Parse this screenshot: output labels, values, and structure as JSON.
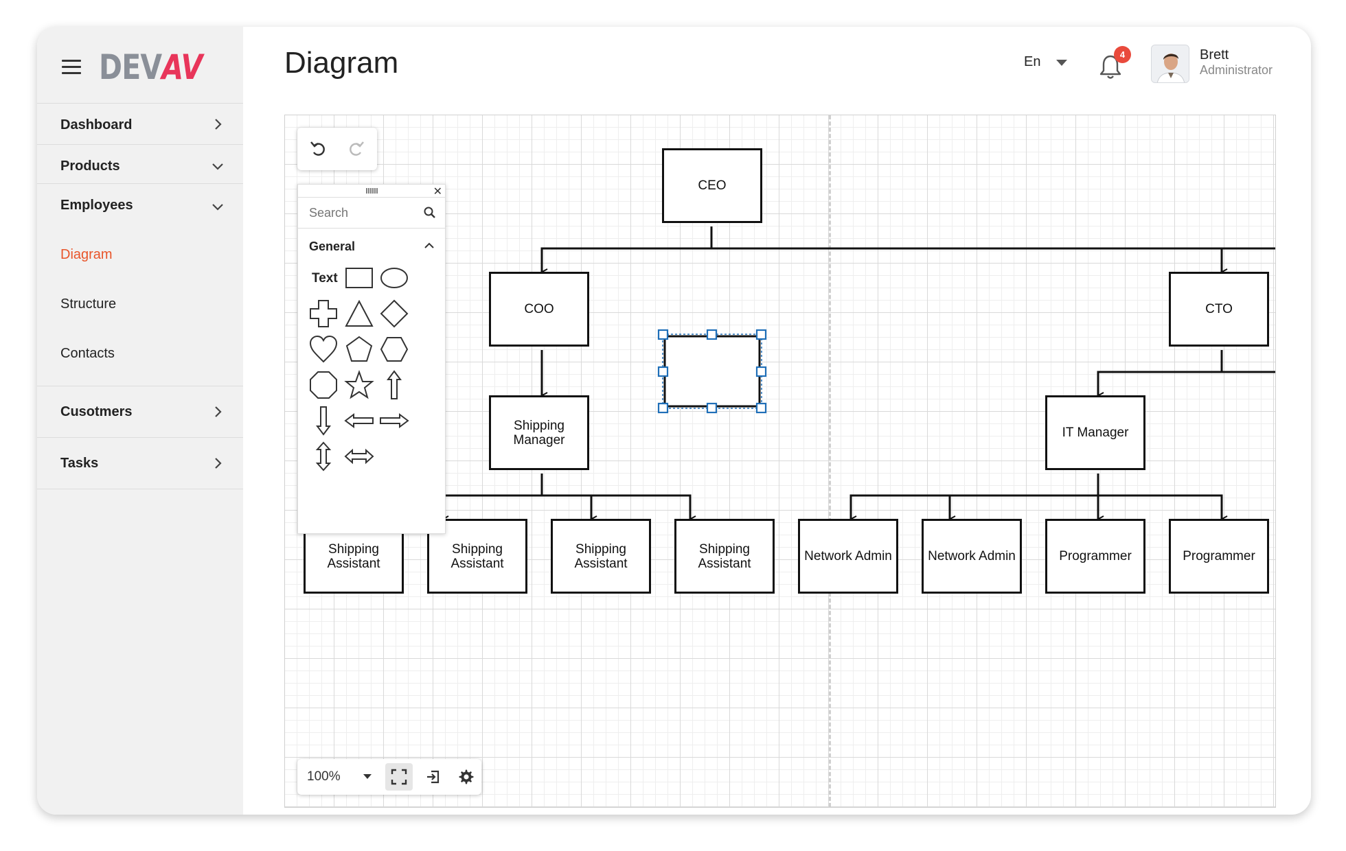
{
  "brand": {
    "part1": "DEV",
    "part2": "AV",
    "accent": "#e8355a",
    "gray": "#8a8f98"
  },
  "sidebar": {
    "items": [
      {
        "label": "Dashboard",
        "icon": "chevron-right-icon"
      },
      {
        "label": "Products",
        "icon": "chevron-down-icon"
      },
      {
        "label": "Employees",
        "icon": "chevron-down-icon"
      },
      {
        "label": "Cusotmers",
        "icon": "chevron-right-icon"
      },
      {
        "label": "Tasks",
        "icon": "chevron-right-icon"
      }
    ],
    "employees_sub": [
      "Diagram",
      "Structure",
      "Contacts"
    ],
    "active_sub": "Diagram",
    "active_color": "#e8552a"
  },
  "header": {
    "title": "Diagram",
    "language": "En",
    "notifications": "4",
    "user_name": "Brett",
    "user_role": "Administrator"
  },
  "toolbox": {
    "search_placeholder": "Search",
    "group_title": "General",
    "text_shape_label": "Text",
    "shapes": [
      "rectangle",
      "ellipse",
      "cross",
      "triangle",
      "diamond",
      "heart",
      "pentagon",
      "hexagon",
      "octagon",
      "star",
      "arrow-up",
      "arrow-down",
      "arrow-left",
      "arrow-right",
      "arrow-up-down",
      "arrow-left-right"
    ]
  },
  "diagram": {
    "nodes": {
      "ceo": "CEO",
      "coo": "COO",
      "cto": "CTO",
      "shipping_manager": "Shipping Manager",
      "it_manager": "IT Manager",
      "sa1": "Shipping Assistant",
      "sa2": "Shipping Assistant",
      "sa3": "Shipping Assistant",
      "sa4": "Shipping Assistant",
      "na1": "Network Admin",
      "na2": "Network Admin",
      "prog1": "Programmer",
      "prog2": "Programmer"
    },
    "selection_color": "#1f6fb8"
  },
  "bottom_toolbar": {
    "zoom": "100%"
  }
}
